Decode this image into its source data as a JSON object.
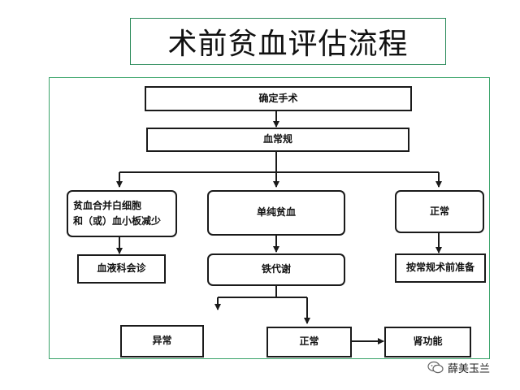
{
  "title": "术前贫血评估流程",
  "nodes": {
    "surgery": "确定手术",
    "cbc": "血常规",
    "anemia_combined_line1": "贫血合并白细胞",
    "anemia_combined_line2": "和（或）血小板减少",
    "simple_anemia": "单纯贫血",
    "normal_top": "正常",
    "hematology": "血液科会诊",
    "iron": "铁代谢",
    "preop": "按常规术前准备",
    "abnormal": "异常",
    "normal_bottom": "正常",
    "renal": "肾功能"
  },
  "watermark": "薛美玉兰",
  "colors": {
    "frame": "#3aa46a",
    "title_border": "#2a8a5a",
    "stroke": "#1a1a1a"
  }
}
